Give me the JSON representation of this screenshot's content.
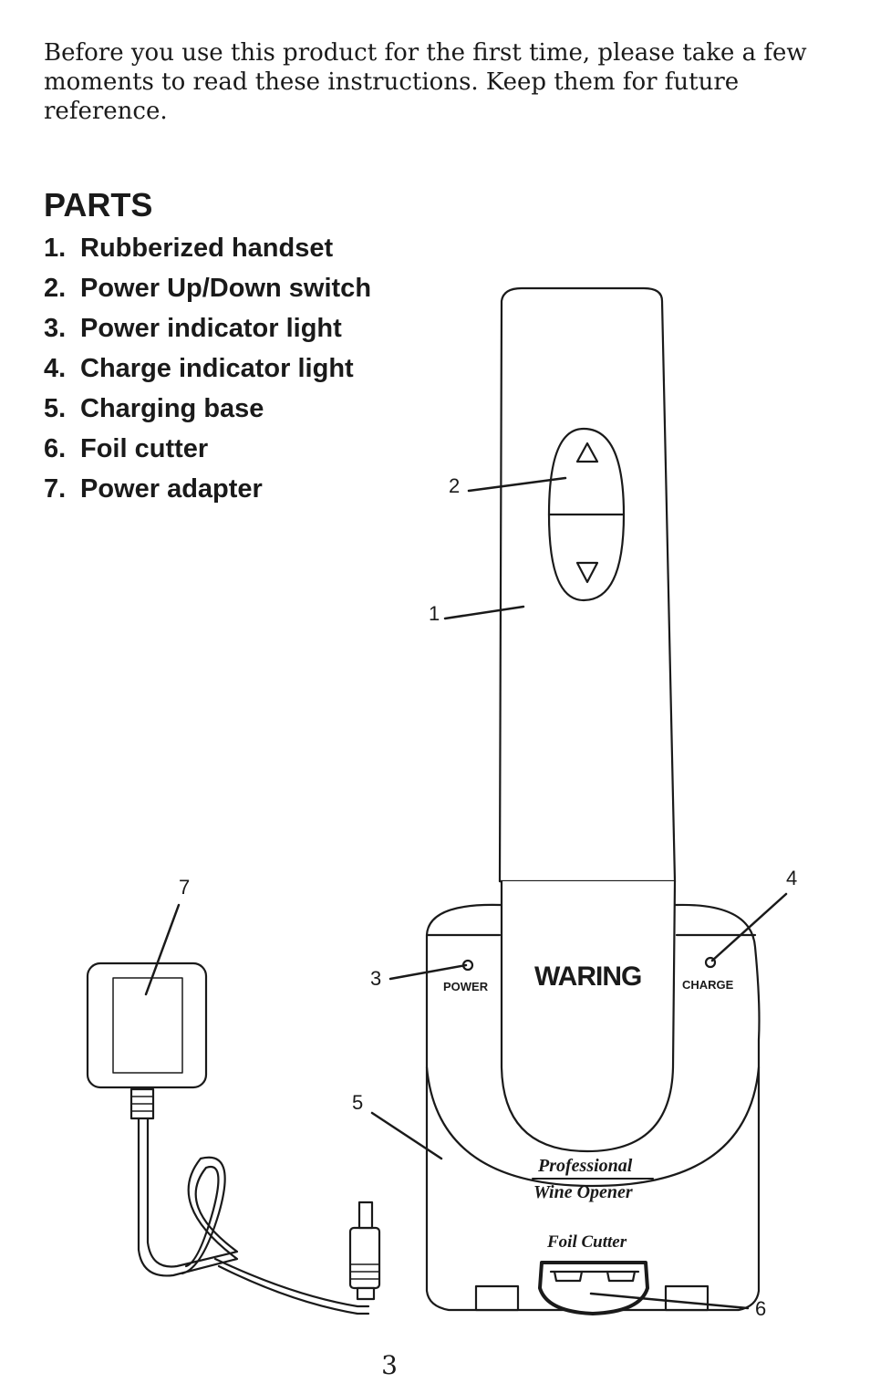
{
  "intro_text": "Before you use this product for the first time, please take a few moments to read these instructions. Keep them for future reference.",
  "parts": {
    "title": "PARTS",
    "items": [
      {
        "number": "1.",
        "label": "Rubberized handset"
      },
      {
        "number": "2.",
        "label": "Power Up/Down switch"
      },
      {
        "number": "3.",
        "label": "Power indicator light"
      },
      {
        "number": "4.",
        "label": "Charge indicator light"
      },
      {
        "number": "5.",
        "label": "Charging base"
      },
      {
        "number": "6.",
        "label": "Foil cutter"
      },
      {
        "number": "7.",
        "label": "Power adapter"
      }
    ]
  },
  "illustration": {
    "callouts": [
      "1",
      "2",
      "3",
      "4",
      "5",
      "6",
      "7"
    ],
    "power_label": "POWER",
    "charge_label": "CHARGE",
    "brand": "WARING",
    "product_line1": "Professional",
    "product_line2": "Wine Opener",
    "foil_cutter_label": "Foil Cutter",
    "icons": [
      "up-arrow-icon",
      "down-arrow-icon"
    ]
  },
  "page_number": "3"
}
